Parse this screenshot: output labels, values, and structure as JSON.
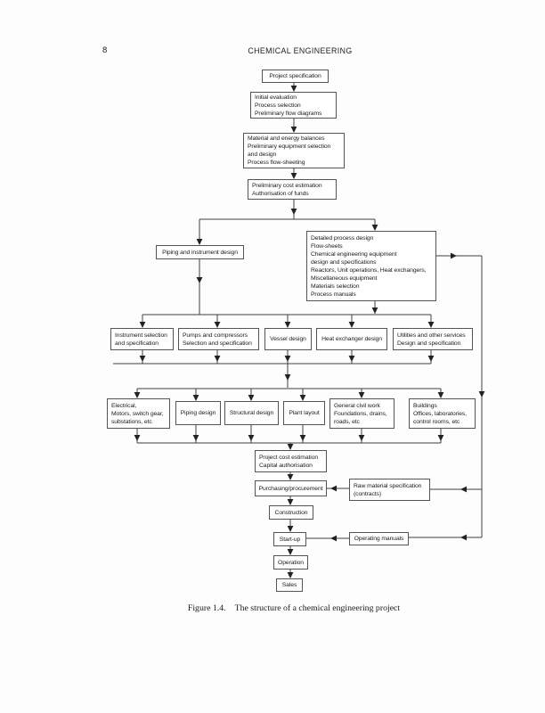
{
  "page": {
    "number": "8",
    "header": "CHEMICAL ENGINEERING",
    "caption_label": "Figure 1.4.",
    "caption_text": "The structure of a chemical engineering project"
  },
  "diagram": {
    "nodes": [
      {
        "id": "project-specification",
        "lines": [
          "Project specification"
        ]
      },
      {
        "id": "initial-evaluation",
        "lines": [
          "Initial evaluation",
          "Process selection",
          "Preliminary flow diagrams"
        ]
      },
      {
        "id": "material-and-energy-balances",
        "lines": [
          "Material and energy balances",
          "Preliminary equipment selection",
          "and design",
          "Process flow-sheeting"
        ]
      },
      {
        "id": "preliminary-cost-estimation",
        "lines": [
          "Preliminary cost estimation",
          "Authorisation of funds"
        ]
      },
      {
        "id": "piping-and-instrument-design",
        "lines": [
          "Piping and instrument design"
        ]
      },
      {
        "id": "detailed-process-design",
        "lines": [
          "Detailed process design",
          "Flow-sheets",
          "Chemical engineering equipment",
          "design and specifications",
          "Reactors, Unit operations, Heat exchangers,",
          "Miscellaneous equipment",
          "Materials selection",
          "Process manuals"
        ]
      },
      {
        "id": "instrument-selection",
        "lines": [
          "Instrument selection",
          "and specification"
        ]
      },
      {
        "id": "pumps-and-compressors",
        "lines": [
          "Pumps and compressors",
          "Selection and specification"
        ]
      },
      {
        "id": "vessel-design",
        "lines": [
          "Vessel design"
        ]
      },
      {
        "id": "heat-exchanger-design",
        "lines": [
          "Heat exchanger design"
        ]
      },
      {
        "id": "utilities-services",
        "lines": [
          "Utilities and other services",
          "Design and specification"
        ]
      },
      {
        "id": "electrical",
        "lines": [
          "Electrical,",
          "Motors, switch gear,",
          "substations, etc"
        ]
      },
      {
        "id": "piping-design",
        "lines": [
          "Piping design"
        ]
      },
      {
        "id": "structural-design",
        "lines": [
          "Structural design"
        ]
      },
      {
        "id": "plant-layout",
        "lines": [
          "Plant layout"
        ]
      },
      {
        "id": "general-civil-work",
        "lines": [
          "General civil work",
          "Foundations, drains,",
          "roads, etc"
        ]
      },
      {
        "id": "buildings",
        "lines": [
          "Buildings",
          "Offices, laboratories,",
          "control rooms, etc"
        ]
      },
      {
        "id": "project-cost-estimation",
        "lines": [
          "Project cost estimation",
          "Capital authorisation"
        ]
      },
      {
        "id": "purchasing-procurement",
        "lines": [
          "Purchasing/procurement"
        ]
      },
      {
        "id": "raw-material-specification",
        "lines": [
          "Raw material specification",
          "(contracts)"
        ]
      },
      {
        "id": "construction",
        "lines": [
          "Construction"
        ]
      },
      {
        "id": "start-up",
        "lines": [
          "Start-up"
        ]
      },
      {
        "id": "operating-manuals",
        "lines": [
          "Operating manuals"
        ]
      },
      {
        "id": "operation",
        "lines": [
          "Operation"
        ]
      },
      {
        "id": "sales",
        "lines": [
          "Sales"
        ]
      }
    ],
    "edges": [
      [
        "project-specification",
        "initial-evaluation"
      ],
      [
        "initial-evaluation",
        "material-and-energy-balances"
      ],
      [
        "material-and-energy-balances",
        "preliminary-cost-estimation"
      ],
      [
        "preliminary-cost-estimation",
        "piping-and-instrument-design"
      ],
      [
        "preliminary-cost-estimation",
        "detailed-process-design"
      ],
      [
        "piping-and-instrument-design",
        "specification-row"
      ],
      [
        "detailed-process-design",
        "specification-row"
      ],
      [
        "detailed-process-design",
        "raw-material-specification"
      ],
      [
        "detailed-process-design",
        "operating-manuals"
      ],
      [
        "specification-row",
        "design-row"
      ],
      [
        "design-row",
        "project-cost-estimation"
      ],
      [
        "project-cost-estimation",
        "purchasing-procurement"
      ],
      [
        "raw-material-specification",
        "purchasing-procurement"
      ],
      [
        "purchasing-procurement",
        "construction"
      ],
      [
        "construction",
        "start-up"
      ],
      [
        "operating-manuals",
        "start-up"
      ],
      [
        "start-up",
        "operation"
      ],
      [
        "operation",
        "sales"
      ]
    ],
    "line_color": "#3f3f3f",
    "arrow_color": "#222222"
  }
}
